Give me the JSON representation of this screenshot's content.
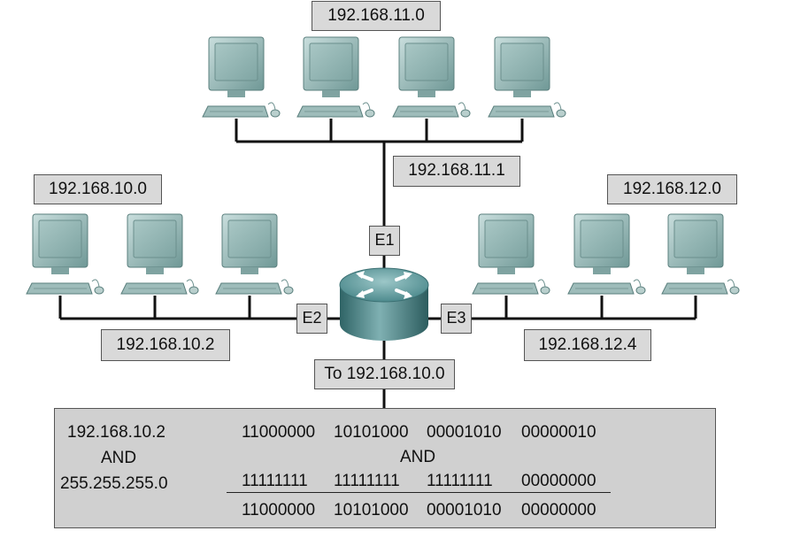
{
  "networks": {
    "top": "192.168.11.0",
    "left": "192.168.10.0",
    "right": "192.168.12.0"
  },
  "interfaces": {
    "e1": {
      "name": "E1",
      "address": "192.168.11.1"
    },
    "e2": {
      "name": "E2",
      "address": "192.168.10.2"
    },
    "e3": {
      "name": "E3",
      "address": "192.168.12.4"
    }
  },
  "destination_label": "To 192.168.10.0",
  "calculation": {
    "ip": "192.168.10.2",
    "and_left": "AND",
    "mask": "255.255.255.0",
    "ip_binary": [
      "11000000",
      "10101000",
      "00001010",
      "00000010"
    ],
    "and_middle": "AND",
    "mask_binary": [
      "11111111",
      "11111111",
      "11111111",
      "00000000"
    ],
    "result_binary": [
      "11000000",
      "10101000",
      "00001010",
      "00000000"
    ]
  },
  "colors": {
    "computer": "#8fb2b0",
    "router": "#4f8b8f",
    "label_fill": "#d9d9d9",
    "panel_fill": "#d0d0d0"
  }
}
